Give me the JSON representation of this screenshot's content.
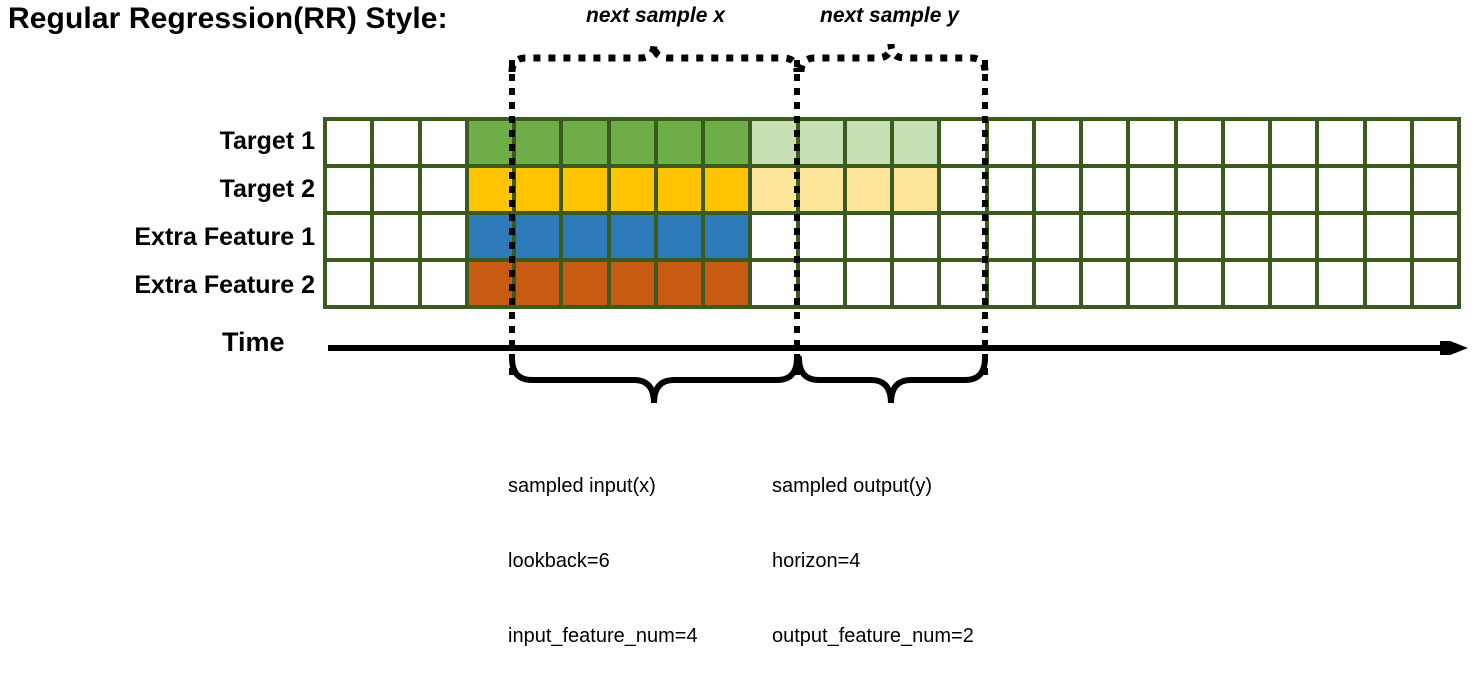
{
  "title": "Regular Regression(RR) Style:",
  "top_brackets": {
    "x_label": "next sample x",
    "y_label": "next sample y"
  },
  "rows": [
    {
      "label": "Target 1",
      "color": "#6FAD49",
      "light_color": "#C6E0B4"
    },
    {
      "label": "Target 2",
      "color": "#FFC300",
      "light_color": "#FFE599"
    },
    {
      "label": "Extra Feature 1",
      "color": "#2E7AB8",
      "light_color": null
    },
    {
      "label": "Extra Feature 2",
      "color": "#C75B11",
      "light_color": null
    }
  ],
  "grid": {
    "total_columns": 24,
    "leading_blank_columns": 3,
    "lookback_columns": 6,
    "horizon_columns": 4,
    "trailing_blank_columns": 11,
    "border_color": "#3A5A1E",
    "blank_color": "#FFFFFF"
  },
  "time_axis": {
    "label": "Time"
  },
  "bottom_annotations": {
    "input": {
      "title": "sampled input(x)",
      "line2": "lookback=6",
      "line3": "input_feature_num=4"
    },
    "output": {
      "title": "sampled output(y)",
      "line2": "horizon=4",
      "line3": "output_feature_num=2"
    }
  },
  "icons": {
    "time_arrow": "arrow-right-icon",
    "top_brace_x": "curly-brace-dotted-icon",
    "top_brace_y": "curly-brace-dotted-icon",
    "bottom_brace_input": "curly-brace-icon",
    "bottom_brace_output": "curly-brace-icon"
  }
}
